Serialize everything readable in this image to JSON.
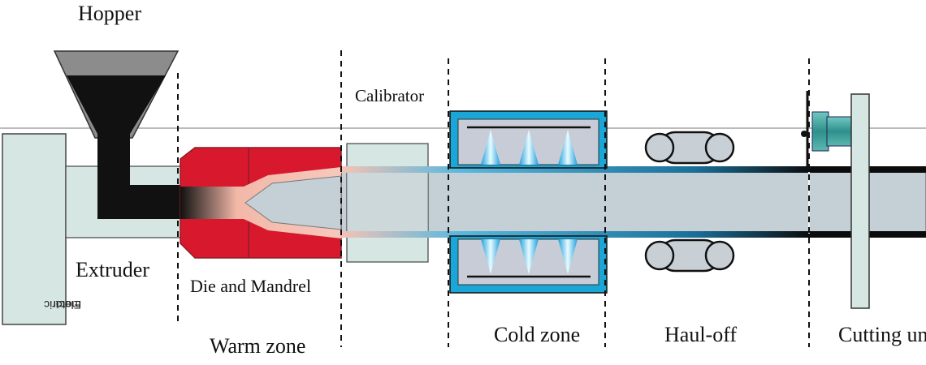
{
  "labels": {
    "hopper": "Hopper",
    "electric_motor_line1": "Electric",
    "electric_motor_line2": "motor",
    "extruder": "Extruder",
    "die_and_mandrel": "Die and Mandrel",
    "calibrator": "Calibrator",
    "warm_zone": "Warm zone",
    "cold_zone": "Cold zone",
    "haul_off": "Haul-off",
    "cutting_unit": "Cutting unit"
  },
  "colors": {
    "die_red": "#d8182c",
    "die_outline": "#8a1d26",
    "motor_fill": "#d6e6e2",
    "pipe_fill": "#c4cfd6",
    "hopper_top": "#8c8c8c",
    "material_black": "#111111",
    "melt_pink": "#f2b8a8",
    "cold_blue": "#1aa6d6",
    "cold_inner": "#c8ccd6",
    "spray_cyan": "#29b6f6",
    "cutter_teal": "#3ea6a0"
  }
}
